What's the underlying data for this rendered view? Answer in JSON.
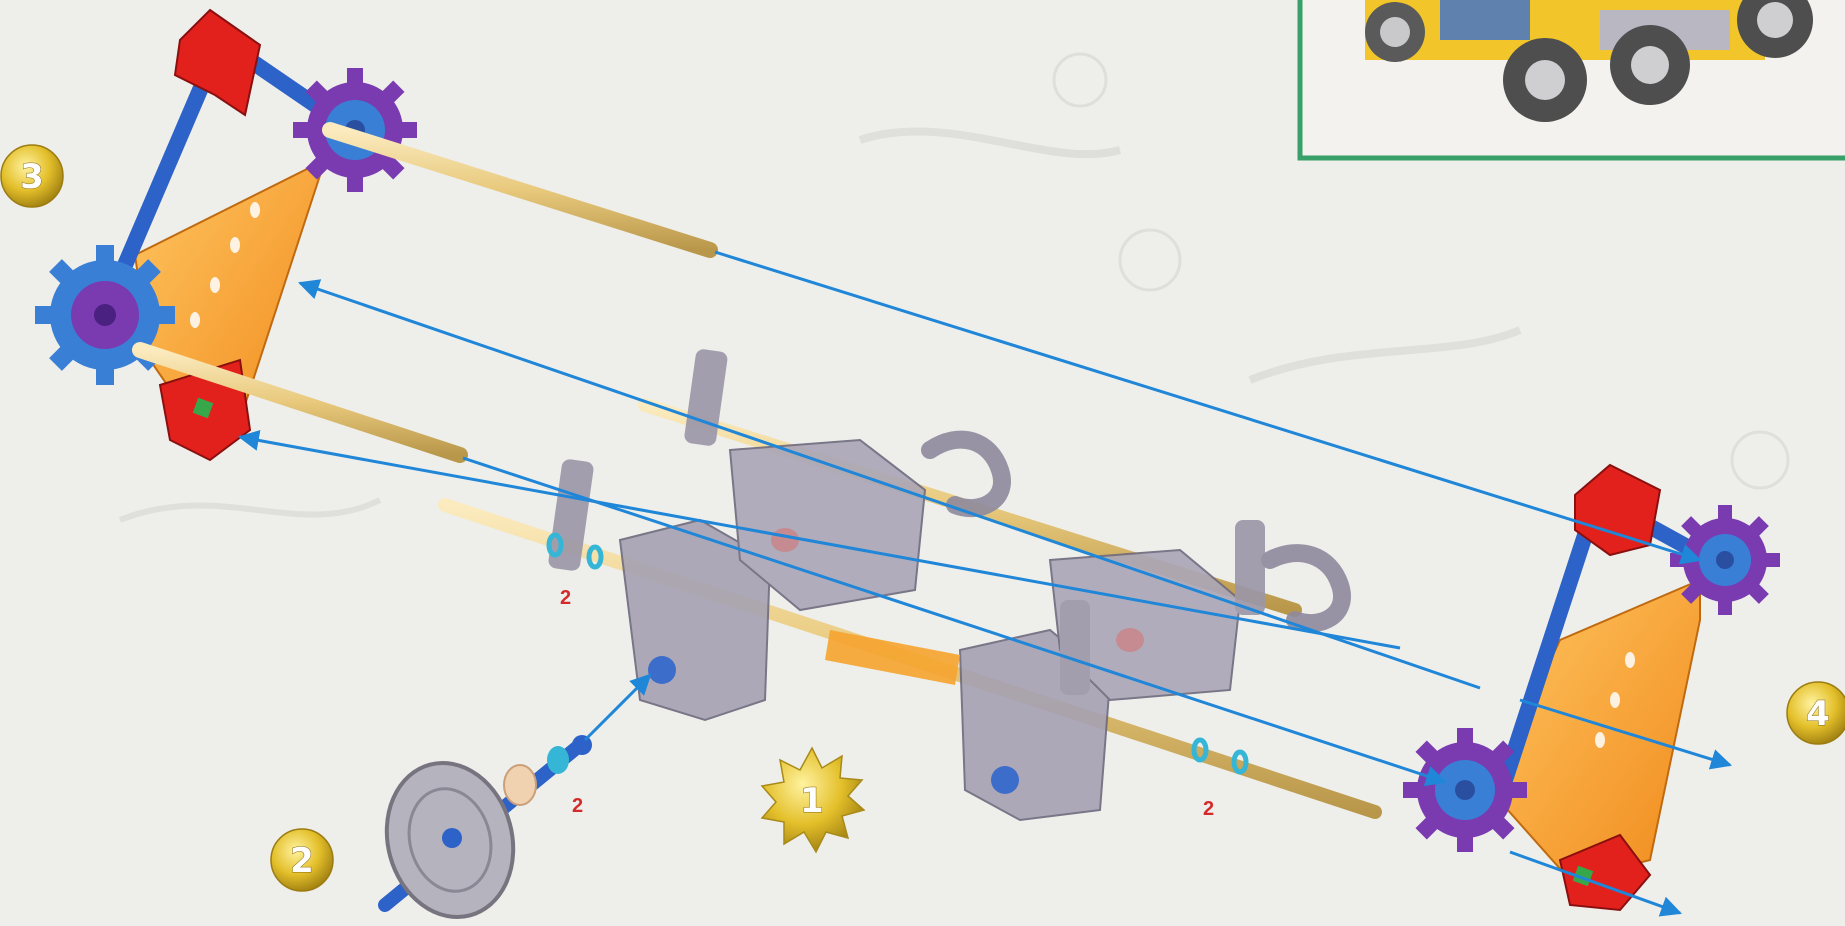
{
  "diagram": {
    "step_badges": [
      {
        "id": "1",
        "label": "1"
      },
      {
        "id": "2",
        "label": "2"
      },
      {
        "id": "3",
        "label": "3"
      },
      {
        "id": "4",
        "label": "4"
      }
    ],
    "quantity_labels": [
      {
        "id": "qty-a",
        "label": "2"
      },
      {
        "id": "qty-b",
        "label": "2"
      },
      {
        "id": "qty-c",
        "label": "2"
      }
    ],
    "colors": {
      "background": "#eeeeeb",
      "arrow": "#1f86d8",
      "rod": "#ecd08c",
      "connector_red": "#e2211c",
      "connector_blue": "#2d62c8",
      "gear_purple": "#7a3ab0",
      "gear_blue": "#3a7fd6",
      "panel_orange": "#f6a531",
      "bracket_grey": "#a6a2b2",
      "badge_gold": "#d9b21c",
      "qty_red": "#d42a2a",
      "inset_border": "#3aa06a"
    },
    "icons": [
      "step-1-starburst-icon",
      "step-number-badge-icon",
      "assembly-arrow-icon"
    ]
  }
}
